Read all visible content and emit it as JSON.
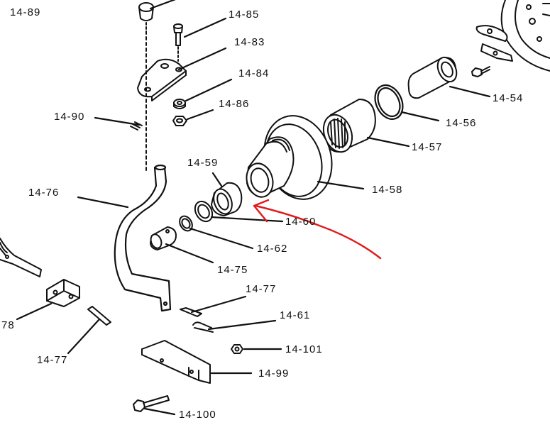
{
  "labels": {
    "l1489": "14-89",
    "l1485": "14-85",
    "l1483": "14-83",
    "l1484": "14-84",
    "l1486": "14-86",
    "l1490": "14-90",
    "l1454": "14-54",
    "l1456": "14-56",
    "l1457": "14-57",
    "l1458": "14-58",
    "l1459": "14-59",
    "l1476": "14-76",
    "l1460": "14-60",
    "l1462": "14-62",
    "l1475": "14-75",
    "l1477a": "14-77",
    "l1461": "14-61",
    "l14101": "14-101",
    "l1499": "14-99",
    "l1478": "78",
    "l1477b": "14-77",
    "l14100": "14-100"
  },
  "colors": {
    "ink": "#111111",
    "annotation": "#e01b1b",
    "background": "#ffffff"
  }
}
